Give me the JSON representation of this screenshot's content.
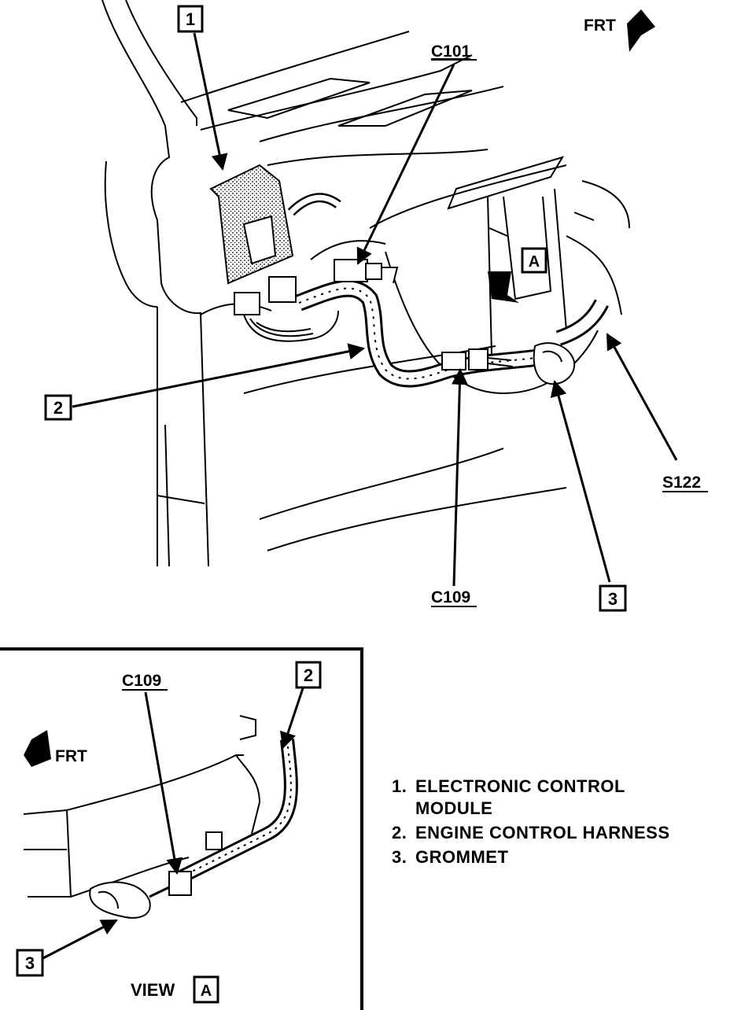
{
  "callouts": {
    "box_1": "1",
    "box_2": "2",
    "box_3": "3",
    "box_a": "A",
    "c101": "C101",
    "c109": "C109",
    "s122": "S122",
    "frt": "FRT"
  },
  "inset": {
    "c109": "C109",
    "box_2": "2",
    "box_3": "3",
    "frt": "FRT",
    "view_label": "VIEW",
    "view_box": "A"
  },
  "legend": [
    {
      "num": "1.",
      "text": "ELECTRONIC CONTROL\nMODULE"
    },
    {
      "num": "2.",
      "text": "ENGINE CONTROL HARNESS"
    },
    {
      "num": "3.",
      "text": "GROMMET"
    }
  ]
}
